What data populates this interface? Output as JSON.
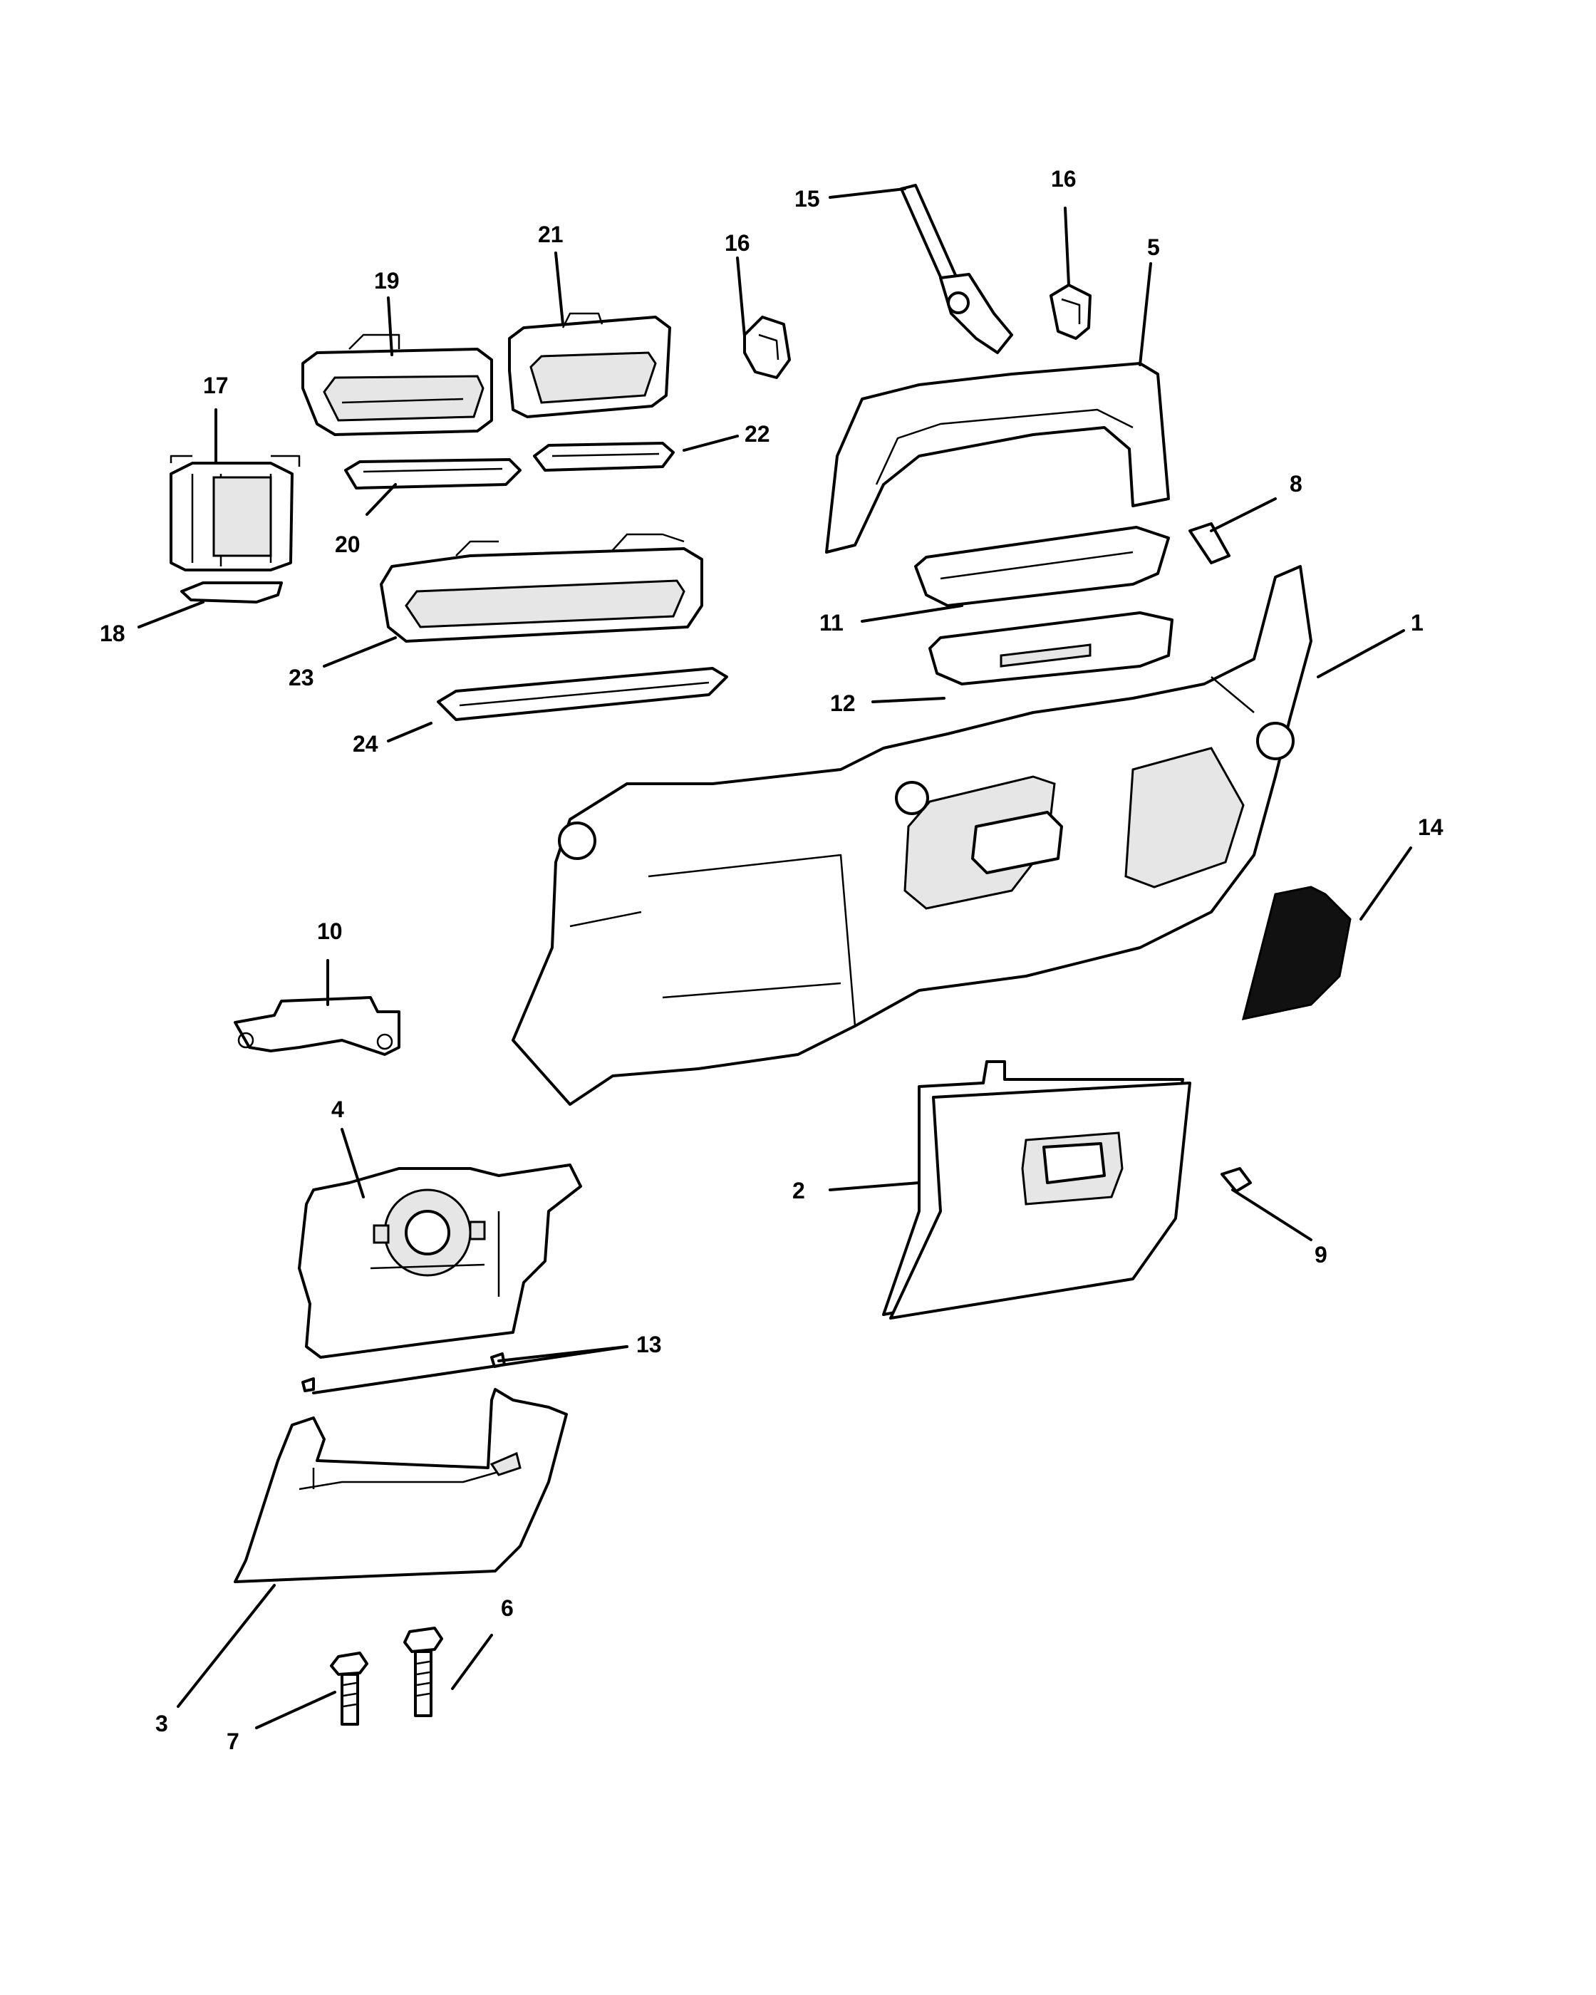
{
  "callouts": {
    "c1": "1",
    "c2": "2",
    "c3": "3",
    "c4": "4",
    "c5": "5",
    "c6": "6",
    "c7": "7",
    "c8": "8",
    "c9": "9",
    "c10": "10",
    "c11": "11",
    "c12": "12",
    "c13": "13",
    "c14": "14",
    "c15": "15",
    "c16a": "16",
    "c16b": "16",
    "c17": "17",
    "c18": "18",
    "c19": "19",
    "c20": "20",
    "c21": "21",
    "c22": "22",
    "c23": "23",
    "c24": "24"
  }
}
